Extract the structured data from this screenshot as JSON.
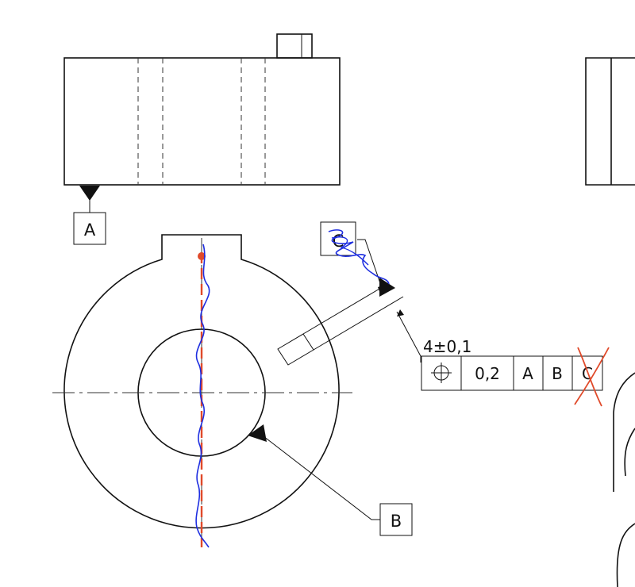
{
  "datum_labels": {
    "a": "A",
    "b": "B",
    "c": "C"
  },
  "dimension": {
    "text": "4±0,1"
  },
  "feature_control_frame": {
    "symbol": "position-symbol",
    "tolerance": "0,2",
    "datums": [
      "A",
      "B",
      "C"
    ],
    "struck_datum": "C"
  },
  "markup_colors": {
    "red_markup": "#e04a2a",
    "blue_markup": "#1e2ee0"
  }
}
